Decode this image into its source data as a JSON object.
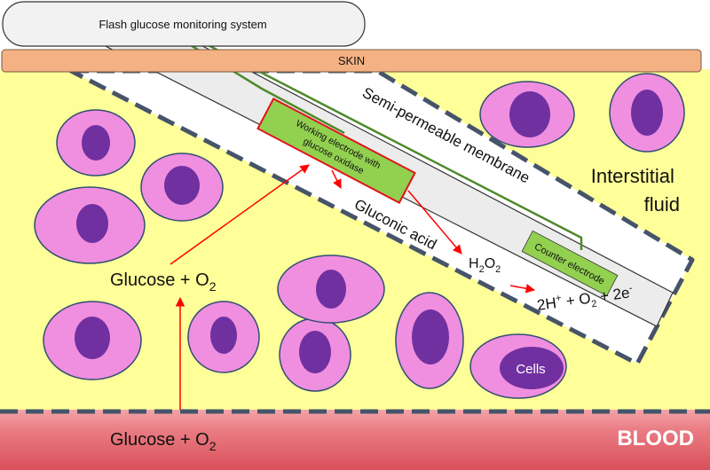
{
  "device": {
    "label": "Flash glucose monitoring system"
  },
  "skin": {
    "label": "SKIN"
  },
  "membrane": {
    "label": "Semi-permeable membrane"
  },
  "interstitial": {
    "line1": "Interstitial",
    "line2": "fluid"
  },
  "working_electrode": {
    "line1": "Working electrode with",
    "line2": "glucose oxidase"
  },
  "counter_electrode": {
    "label": "Counter electrode"
  },
  "reaction": {
    "glucose_o2": {
      "base": "Glucose + O",
      "sub": "2"
    },
    "gluconic_acid": "Gluconic acid",
    "h2o2": {
      "h": "H",
      "sub1": "2",
      "o": "O",
      "sub2": "2"
    },
    "products": {
      "p1": "2H",
      "sup1": "+",
      "p2": " + O",
      "sub": "2",
      "p3": " + 2e",
      "sup2": "-"
    }
  },
  "cells_label": "Cells",
  "blood": {
    "label": "BLOOD",
    "glucose_o2": {
      "base": "Glucose + O",
      "sub": "2"
    }
  },
  "colors": {
    "fluid": "#ffff99",
    "skin": "#f4b183",
    "cell_outer": "#f08ee0",
    "cell_nucleus": "#7030a0",
    "blood": "#e8707a",
    "electrode_green": "#92d050",
    "arrow_red": "#ff0000"
  }
}
